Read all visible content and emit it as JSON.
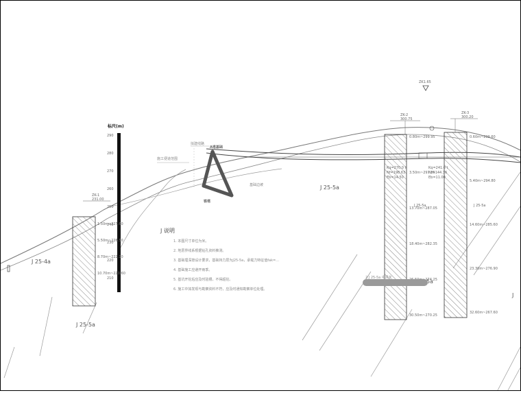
{
  "scale_bar": {
    "title": "标尺(m)",
    "ticks": [
      "290",
      "280",
      "270",
      "260",
      "250",
      "240",
      "230",
      "220",
      "210"
    ]
  },
  "borehole_left": {
    "id": "ZK-1",
    "elev": "231.00",
    "labels": [
      "1.50m~227.60",
      "5.50m~226.50",
      "8.70m~222.10",
      "10.70m~220.60"
    ],
    "rock_label": "J 25-5a"
  },
  "borehole_mid": {
    "id": "ZK-2",
    "elev": "300.75",
    "labels": [
      "0.80m~299.95",
      "3.50m~297.25",
      "13.70m~287.05",
      "18.40m~282.35",
      "26.50m~274.25",
      "30.50m~270.25"
    ],
    "rock_label": "J 25-5a",
    "data_box": [
      "Kq=270.0 t",
      "Nf=198.63",
      "Eb=14.50"
    ]
  },
  "borehole_right": {
    "id": "ZK-3",
    "elev": "300.20",
    "labels": [
      "0.60m~299.60",
      "5.40m~294.80",
      "14.60m~285.60",
      "23.30m~276.90",
      "32.60m~267.60"
    ],
    "rock_label": "J 25-5a",
    "data_box": [
      "Kq=241.0 t",
      "Nf=144.36",
      "Eb=11.00"
    ]
  },
  "top_marker": {
    "label": "ZK1.65"
  },
  "slope_labels": {
    "left_surface": "J 25-4a",
    "left_bottom": "J 25-5a",
    "center": "J 25-5a",
    "right_edge": "J",
    "under_mid": "J 25-5a"
  },
  "tower": {
    "top_label": "A塔基础",
    "bottom_label": "铁塔",
    "side_labels": [
      "拟建线路",
      "施工便道范围",
      "基础边坡"
    ]
  },
  "notes": {
    "title": "J 说明",
    "items": [
      "1. 本图尺寸单位为米。",
      "2. 地层界线系根据钻孔资料推测。",
      "3. 基础埋深按设计要求，基础持力层为J25-5a，承载力特征值fak=…",
      "4. 基础施工应避开雨季。",
      "5. 基坑开挖后应及时验槽，不得超挖。",
      "6. 施工中如发现与勘察资料不符，应及时通知勘察单位处理。"
    ]
  },
  "bottom_note": "2.J 25-5a 中风化"
}
